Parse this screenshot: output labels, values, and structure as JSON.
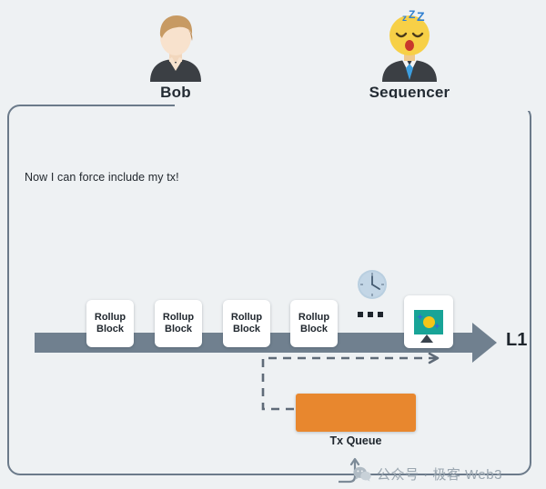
{
  "actors": [
    {
      "id": "bob",
      "name": "Bob",
      "avatar_icon": "person-avatar-icon"
    },
    {
      "id": "sequencer",
      "name": "Sequencer",
      "avatar_icon": "sleeping-face-avatar-icon"
    }
  ],
  "speech": {
    "text": "Now I can force include my tx!"
  },
  "timeline": {
    "label": "L1",
    "arrow_icon": "right-arrow-icon",
    "bar_color": "#70808f"
  },
  "blocks": [
    {
      "line1": "Rollup",
      "line2": "Block"
    },
    {
      "line1": "Rollup",
      "line2": "Block"
    },
    {
      "line1": "Rollup",
      "line2": "Block"
    },
    {
      "line1": "Rollup",
      "line2": "Block"
    }
  ],
  "ellipsis": {
    "label": "...",
    "icon": "ellipsis-icon"
  },
  "clock": {
    "icon": "clock-icon"
  },
  "forced_block": {
    "icon": "transaction-chip-icon",
    "marker_icon": "up-triangle-marker-icon",
    "chip_color": "#18a497",
    "coin_color": "#f5c518",
    "mark_color": "#2f6fd0"
  },
  "queue": {
    "label": "Tx Queue",
    "color": "#e8872e",
    "flow_icon": "dashed-arrow-icon"
  },
  "watermark": {
    "icon": "wechat-icon",
    "text": "公众号 · 极客 Web3",
    "hook_icon": "curved-arrow-icon"
  },
  "colors": {
    "background": "#eef1f3",
    "frame_stroke": "#6b7a8a",
    "text": "#1f262d"
  }
}
